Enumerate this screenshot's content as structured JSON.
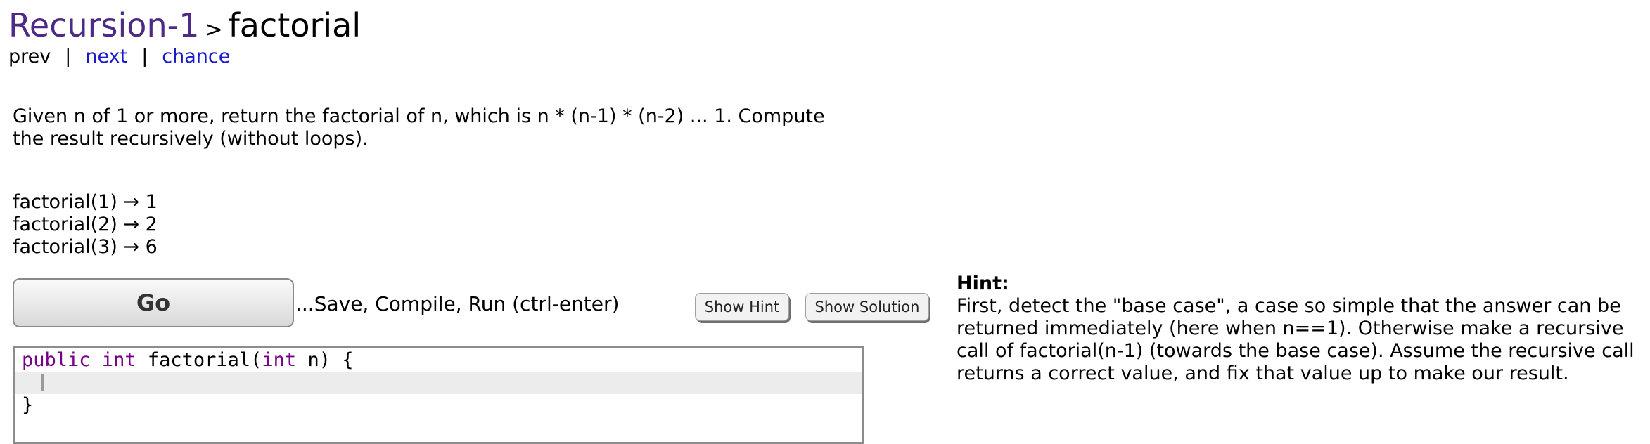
{
  "header": {
    "category": "Recursion-1",
    "separator": ">",
    "problem": "factorial"
  },
  "nav": {
    "prev": "prev",
    "divider": "|",
    "next": "next",
    "chance": "chance"
  },
  "description": "Given n of 1 or more, return the factorial of n, which is n * (n-1) * (n-2) ... 1. Compute the result recursively (without loops).",
  "examples": [
    "factorial(1) → 1",
    "factorial(2) → 2",
    "factorial(3) → 6"
  ],
  "actions": {
    "go_label": "Go",
    "go_hint": "...Save, Compile, Run (ctrl-enter)",
    "show_hint_label": "Show Hint",
    "show_solution_label": "Show Solution"
  },
  "editor": {
    "keyword_public": "public",
    "keyword_int": "int",
    "method_name": "factorial(",
    "param_type": "int",
    "param_rest": " n) {",
    "closing": "}"
  },
  "hint": {
    "title": "Hint:",
    "text": "First, detect the \"base case\", a case so simple that the answer can be returned immediately (here when n==1). Otherwise make a recursive call of factorial(n-1) (towards the base case). Assume the recursive call returns a correct value, and fix that value up to make our result."
  },
  "colors": {
    "category": "#4d2a86",
    "link": "#1a1acc",
    "keyword": "#770088"
  }
}
